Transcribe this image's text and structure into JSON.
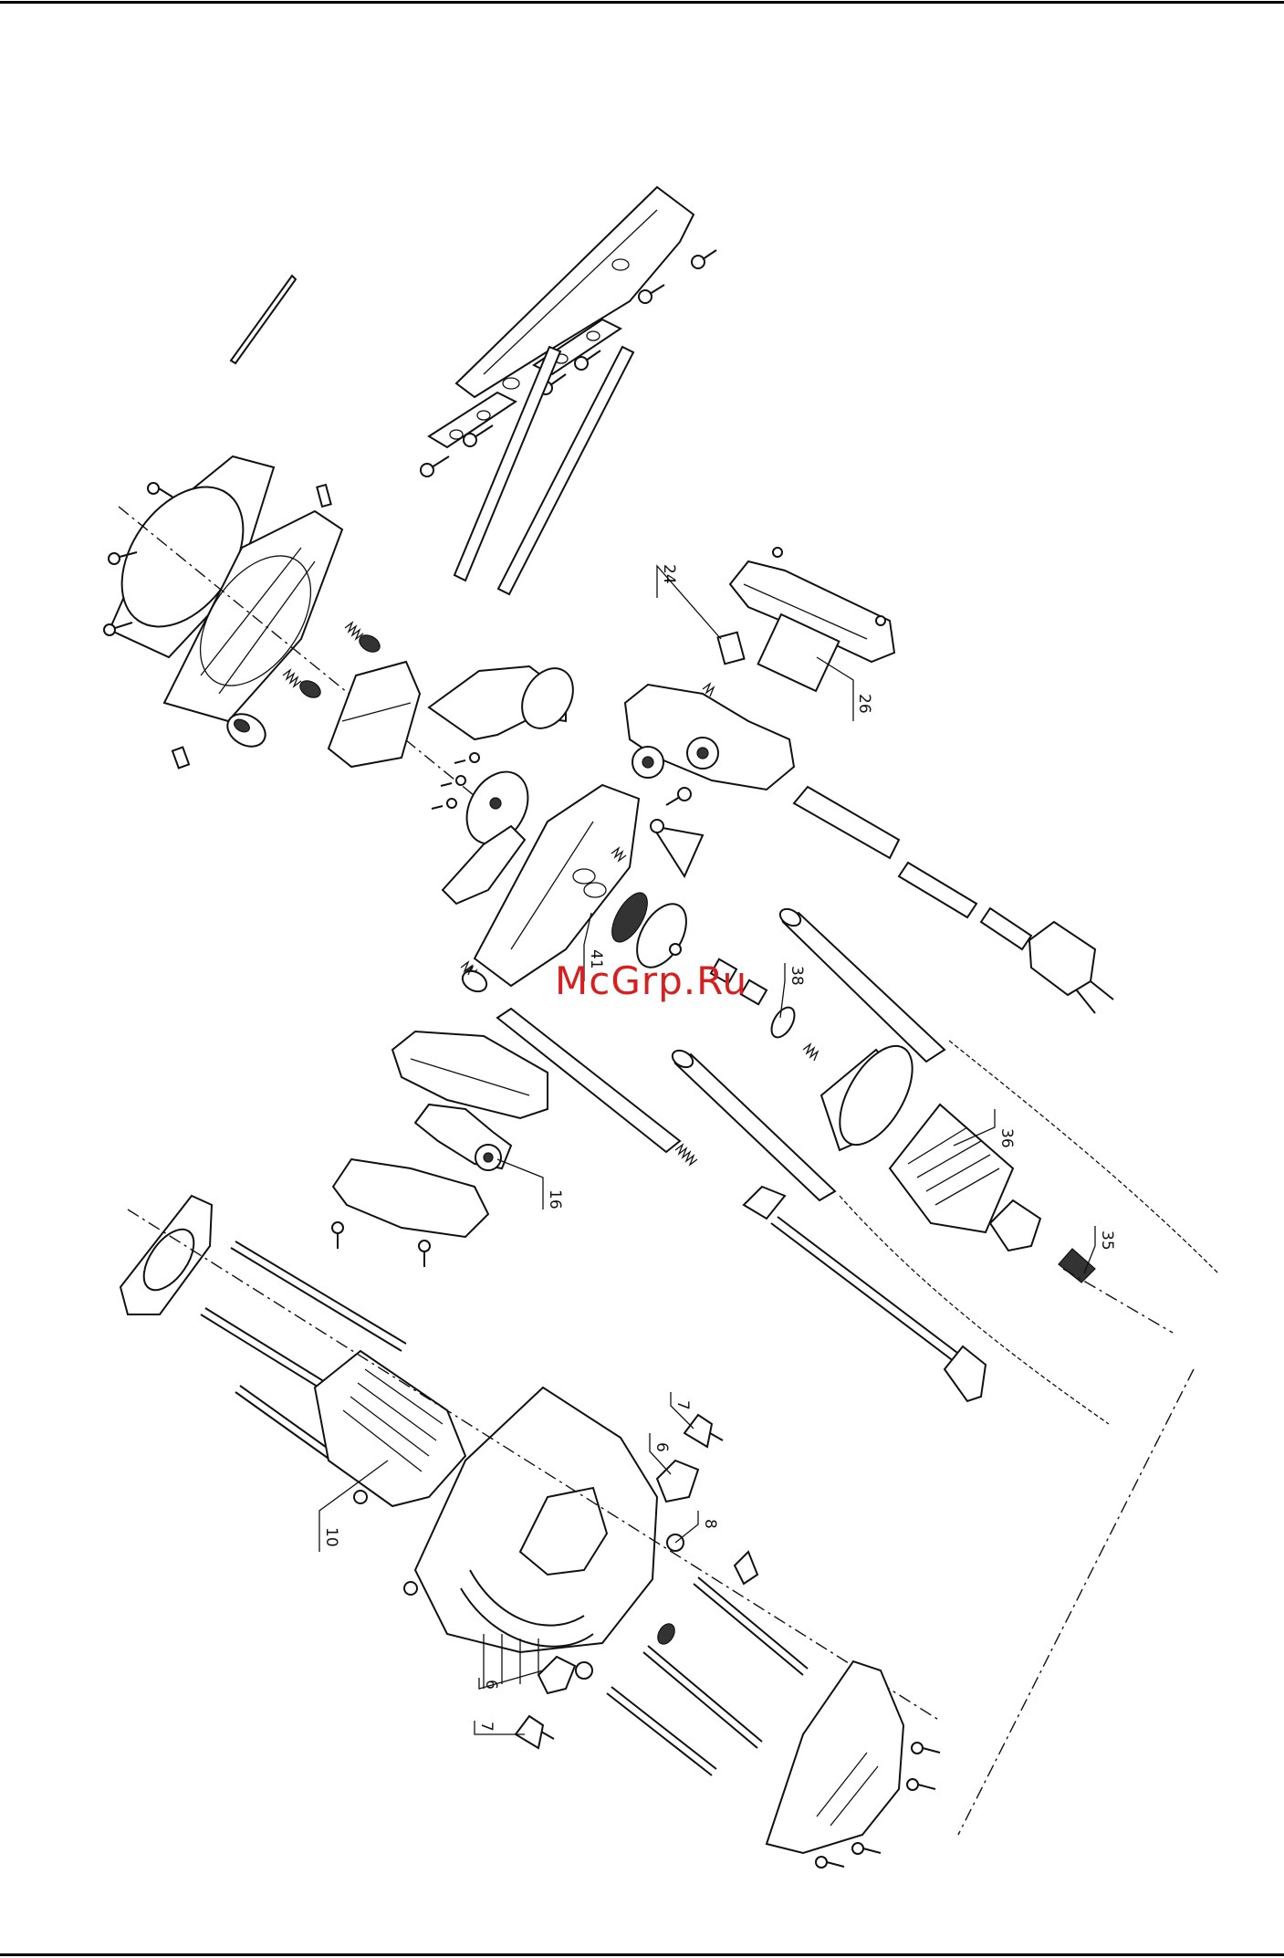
{
  "watermark": "McGrp.Ru",
  "labels": {
    "l24": "24",
    "l26": "26",
    "l41": "41",
    "l38": "38",
    "l36": "36",
    "l35": "35",
    "l16": "16",
    "l10": "10",
    "l7a": "7",
    "l6a": "6",
    "l8": "8",
    "l6b": "6",
    "l7b": "7"
  },
  "colors": {
    "line": "#111111",
    "watermark": "#d81e1e",
    "background": "#ffffff"
  }
}
